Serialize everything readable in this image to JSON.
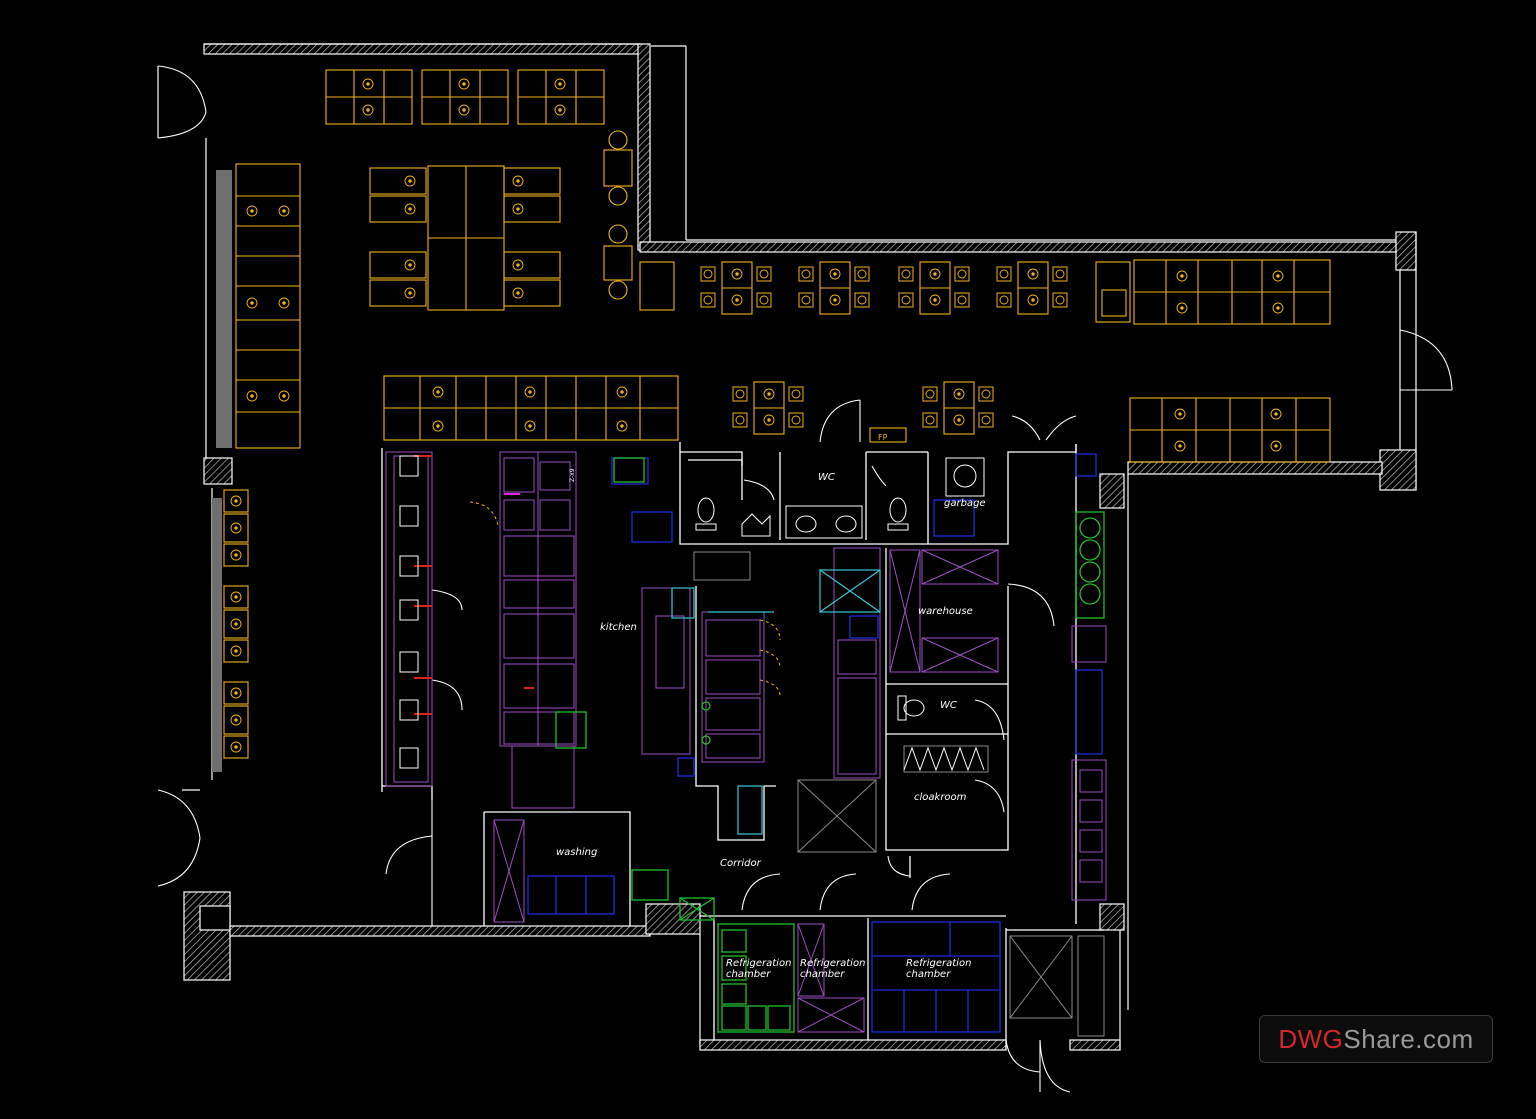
{
  "rooms": {
    "wc_top": "WC",
    "garbage": "garbage",
    "kitchen": "kitchen",
    "warehouse": "warehouse",
    "wc_staff": "WC",
    "cloakroom": "cloakroom",
    "washing": "washing",
    "corridor": "Corridor",
    "fp_tag": "FP"
  },
  "refrigeration": [
    {
      "line1": "Refrigeration",
      "line2": "chamber"
    },
    {
      "line1": "Refrigeration",
      "line2": "chamber"
    },
    {
      "line1": "Refrigeration",
      "line2": "chamber"
    }
  ],
  "kitchen_tag": "Z-x9",
  "watermark": {
    "part1": "DWG",
    "part2": "Share.com"
  },
  "colors": {
    "background": "#000000",
    "wall": "#ffffff",
    "furniture": "#f2b21c",
    "kitchen_equipment": "#9a4fc0",
    "blue": "#1c2bd8",
    "green": "#22c02a",
    "cyan": "#38c6d6",
    "red": "#e02020",
    "grey": "#7a7a7a"
  }
}
